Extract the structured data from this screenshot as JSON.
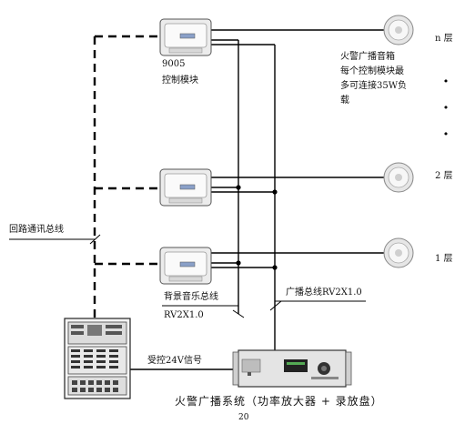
{
  "modules": {
    "top_code": "9005",
    "top_name": "控制模块"
  },
  "speakers": {
    "annotation_line1": "火警广播音箱",
    "annotation_line2": "每个控制模块最",
    "annotation_line3": "多可连接35W负",
    "annotation_line4": "载",
    "floor_n": "n 层",
    "floor_2": "2 层",
    "floor_1": "1 层",
    "ellipsis_dots": [
      "•",
      "•",
      "•"
    ]
  },
  "bus": {
    "loop_bus": "回路通讯总线",
    "bg_music_bus": "背景音乐总线",
    "bg_music_cable": "RV2X1.0",
    "broadcast_bus": "广播总线RV2X1.0",
    "signal_24v": "受控24V信号"
  },
  "system": {
    "title": "火警广播系统（功率放大器 + 录放盘）",
    "page_no": "20"
  },
  "colors": {
    "line": "#000000",
    "device_fill": "#e8e8e8",
    "device_stroke": "#555555",
    "background": "#ffffff"
  }
}
